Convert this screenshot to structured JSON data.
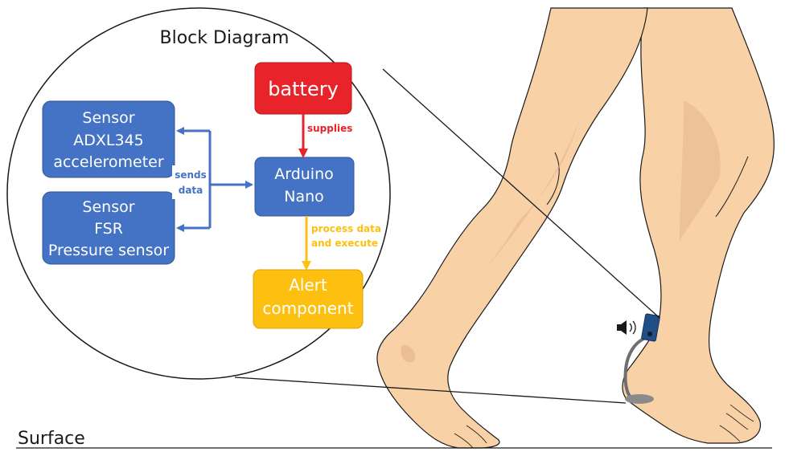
{
  "diagram": {
    "title": "Block Diagram",
    "surface_label": "Surface",
    "blocks": {
      "battery": "battery",
      "arduino": [
        "Arduino",
        "Nano"
      ],
      "sensor_accel": [
        "Sensor",
        "ADXL345",
        "accelerometer"
      ],
      "sensor_fsr": [
        "Sensor",
        "FSR",
        "Pressure sensor"
      ],
      "alert": [
        "Alert",
        "component"
      ]
    },
    "edge_labels": {
      "supplies": "supplies",
      "sends_data": [
        "sends",
        "data"
      ],
      "process": [
        "process data",
        "and execute"
      ]
    },
    "colors": {
      "blue": "#4472c4",
      "blue_stroke": "#2f5597",
      "red": "#e8232a",
      "yellow": "#fdc010",
      "skin": "#f8d1a6",
      "skin_shadow": "#ecbb8c",
      "outline": "#1a1a1a"
    }
  }
}
